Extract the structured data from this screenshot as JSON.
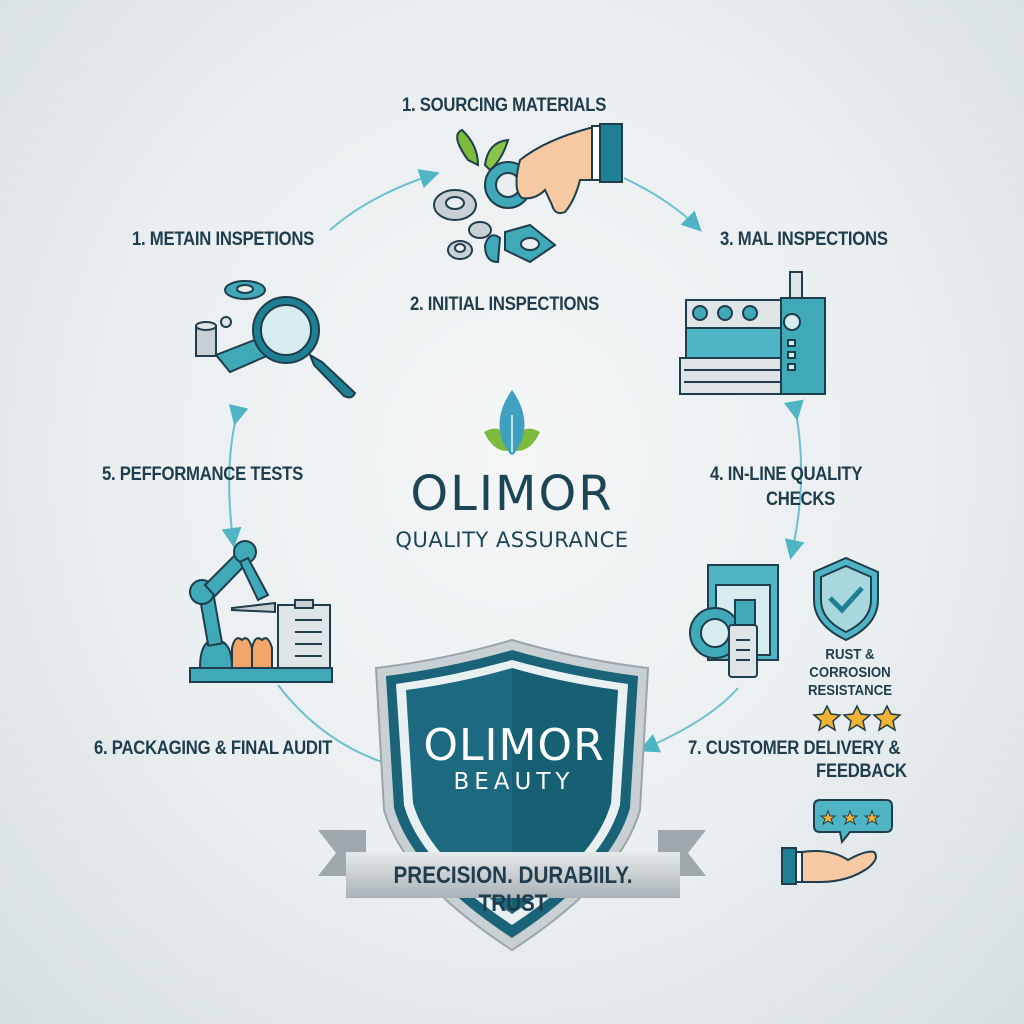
{
  "center": {
    "brand": "OLIMOR",
    "subtitle": "QUALITY ASSURANCE",
    "logo_icon": "leaf-logo-icon"
  },
  "steps": [
    {
      "label": "1. SOURCING MATERIALS",
      "icon": "sourcing-hand-materials-icon"
    },
    {
      "label": "1. METAIN INSPETIONS",
      "icon": "magnifier-inspection-icon"
    },
    {
      "label": "2. INITIAL INSPECTIONS",
      "icon": ""
    },
    {
      "label": "3. MAL INSPECTIONS",
      "icon": "machine-press-icon"
    },
    {
      "label_line1": "4. IN-LINE QUALITY",
      "label_line2": "CHECKS",
      "icon": "packaging-products-icon"
    },
    {
      "label": "5. PEFFORMANCE TESTS",
      "icon": "robot-arm-checklist-icon"
    },
    {
      "label": "6. PACKAGING & FINAL AUDIT",
      "icon": ""
    },
    {
      "label_line1": "7. CUSTOMER DELIVERY &",
      "label_line2": "FEEDBACK",
      "icon": "hand-rating-bubble-icon"
    }
  ],
  "badge": {
    "line1": "RUST & CORROSION",
    "line2": "RESISTANCE",
    "icon": "shield-check-icon"
  },
  "rating": {
    "stars": 3,
    "icon": "star-icon"
  },
  "shield": {
    "title": "OLIMOR",
    "subtitle": "BEAUTY",
    "banner": "PRECISION. DURABIILY. TRUST"
  },
  "colors": {
    "text_dark": "#1f3d4c",
    "teal": "#3fa9b8",
    "teal_dark": "#1b6378",
    "shield_blue": "#1d6a80",
    "leaf_green": "#7dbb3d",
    "star_gold": "#f2b233",
    "skin": "#f7c9a2",
    "background": "#e9eef0"
  }
}
